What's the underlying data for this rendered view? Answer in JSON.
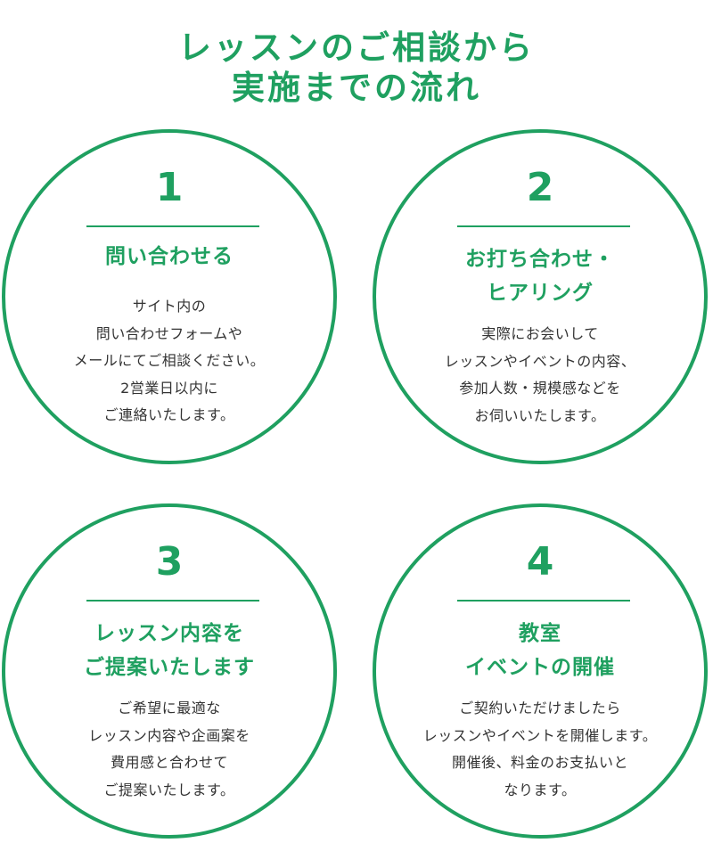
{
  "title": {
    "line1": "レッスンのご相談から",
    "line2": "実施までの流れ"
  },
  "colors": {
    "accent": "#1fa060",
    "text": "#333333",
    "background": "#ffffff"
  },
  "steps": [
    {
      "number": "1",
      "heading": "問い合わせる",
      "body": "サイト内の\n問い合わせフォームや\nメールにてご相談ください。\n2営業日以内に\nご連絡いたします。"
    },
    {
      "number": "2",
      "heading": "お打ち合わせ・\nヒアリング",
      "body": "実際にお会いして\nレッスンやイベントの内容、\n参加人数・規模感などを\nお伺いいたします。"
    },
    {
      "number": "3",
      "heading": "レッスン内容を\nご提案いたします",
      "body": "ご希望に最適な\nレッスン内容や企画案を\n費用感と合わせて\nご提案いたします。"
    },
    {
      "number": "4",
      "heading": "教室\nイベントの開催",
      "body": "ご契約いただけましたら\nレッスンやイベントを開催します。\n開催後、料金のお支払いと\nなります。"
    }
  ]
}
